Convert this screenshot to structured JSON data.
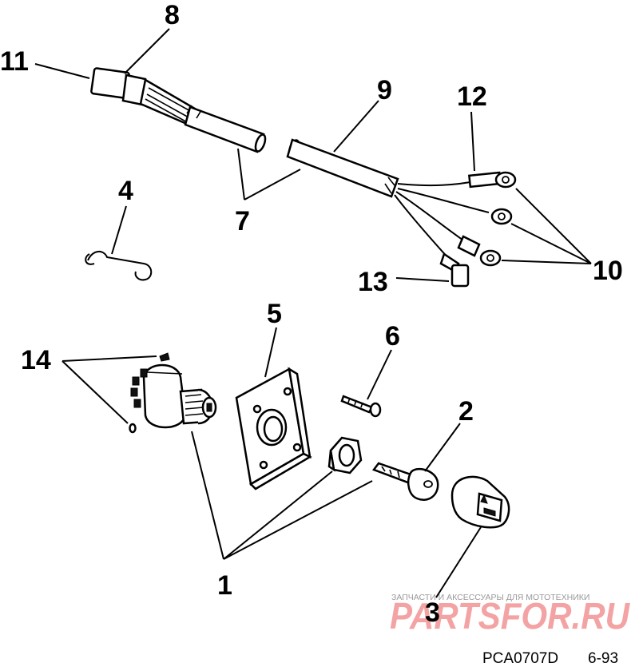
{
  "callouts": {
    "c1": "1",
    "c2": "2",
    "c3": "3",
    "c4": "4",
    "c5": "5",
    "c6": "6",
    "c7": "7",
    "c8": "8",
    "c9": "9",
    "c10": "10",
    "c11": "11",
    "c12": "12",
    "c13": "13",
    "c14": "14"
  },
  "watermark": {
    "tagline": "ЗАПЧАСТИ И АКСЕССУАРЫ ДЛЯ МОТОТЕХНИКИ",
    "logo": "PARTSFOR.RU"
  },
  "footer": {
    "code": "PCA0707D",
    "date": "6-93"
  },
  "colors": {
    "ink": "#000000",
    "watermark_logo": "#f3a3a3",
    "watermark_text": "#9a9a9a"
  }
}
